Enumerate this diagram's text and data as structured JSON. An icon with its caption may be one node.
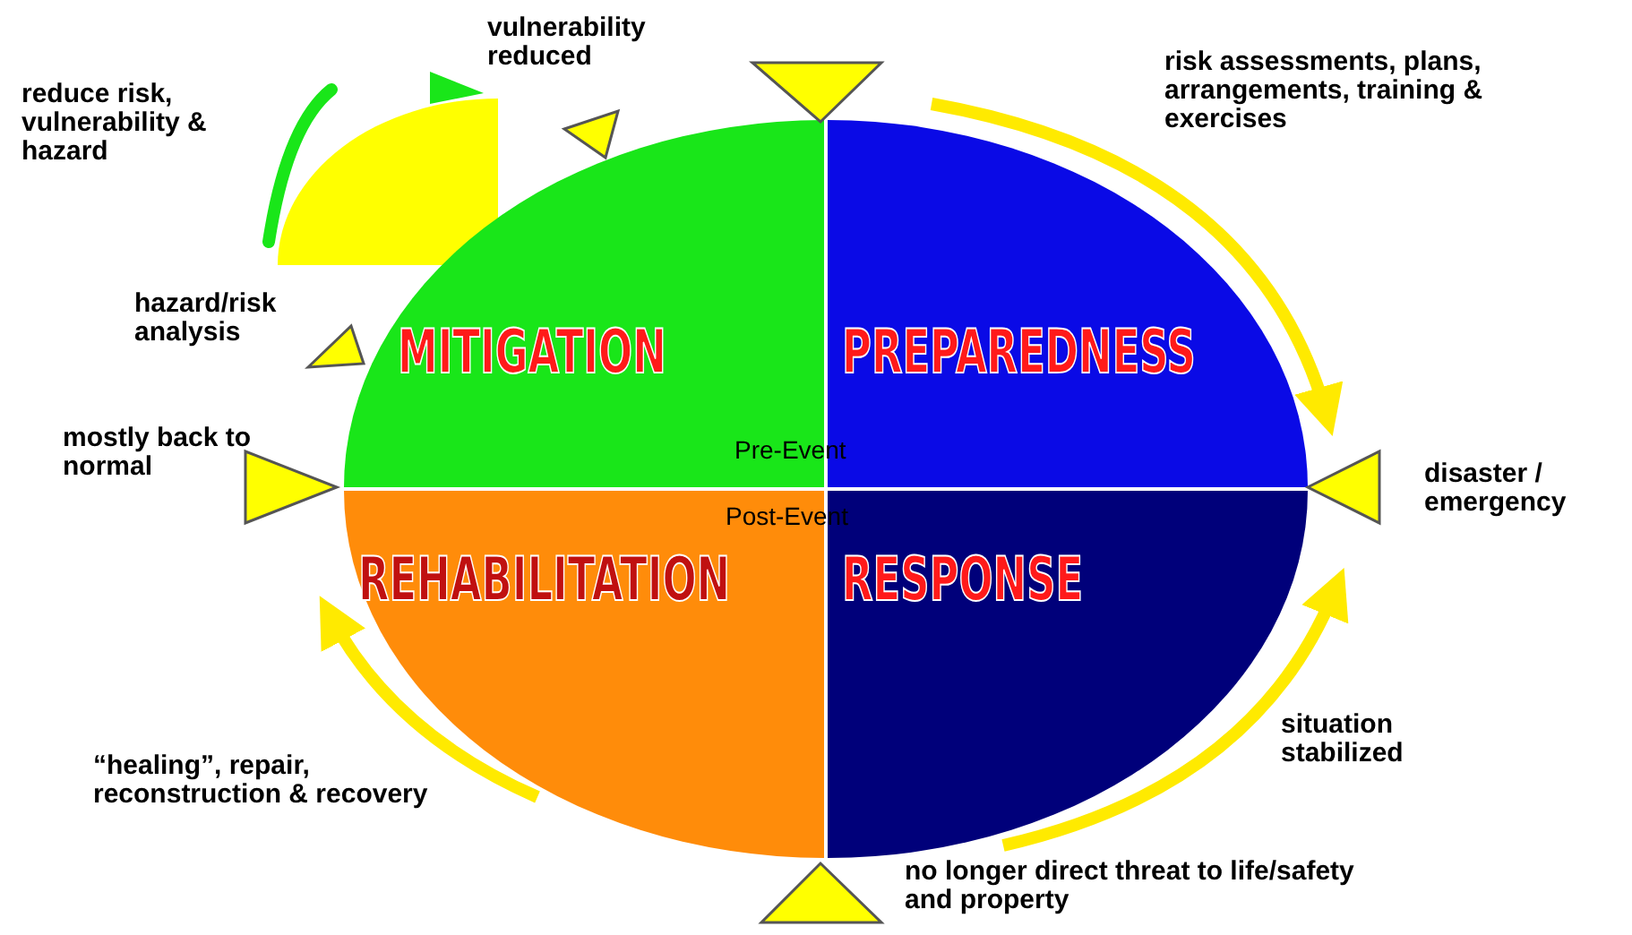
{
  "diagram": {
    "nodes": [
      {
        "text": [
          "MITIGATION"
        ]
      },
      {
        "text": [
          "PREPAREDNESS"
        ]
      },
      {
        "text": [
          "REHABILITATION"
        ]
      },
      {
        "text": [
          "RESPONSE"
        ]
      },
      {
        "text": [],
        "shape": "triangle"
      },
      {
        "text": [],
        "shape": "triangle"
      },
      {
        "text": [],
        "shape": "triangle"
      },
      {
        "text": [],
        "shape": "triangle"
      },
      {
        "text": [],
        "shape": "triangle"
      },
      {
        "text": [],
        "shape": "triangle"
      }
    ],
    "labels": [
      "vulnerability reduced",
      "reduce risk, vulnerability & hazard",
      "risk assessments, plans, arrangements, training & exercises",
      "hazard/risk analysis",
      "mostly back to normal",
      "Pre-Event",
      "disaster / emergency",
      "Post-Event",
      "situation stabilized",
      "“healing”, repair, reconstruction & recovery",
      "no longer direct threat to life/safety and property"
    ]
  }
}
